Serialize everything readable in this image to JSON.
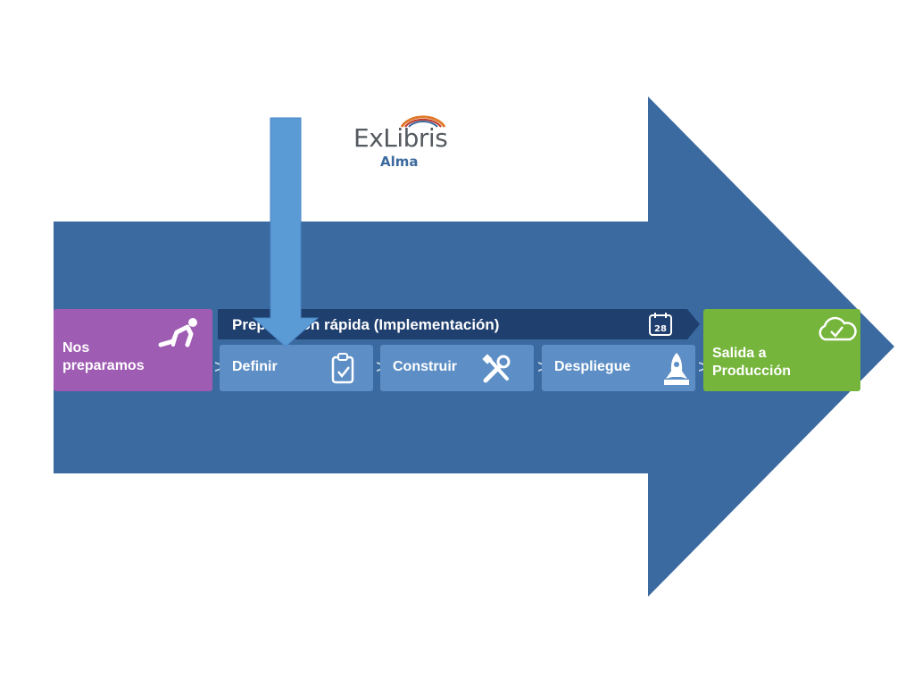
{
  "logo": {
    "brand": "ExLibris",
    "product": "Alma"
  },
  "start": {
    "label_line1": "Nos",
    "label_line2": "preparamos",
    "icon": "runner-start-icon"
  },
  "phase": {
    "title": "Preparación rápida (Implementación)",
    "calendar_day": "28",
    "icon": "calendar-icon"
  },
  "steps": [
    {
      "label": "Definir",
      "icon": "clipboard-check-icon"
    },
    {
      "label": "Construir",
      "icon": "tools-icon"
    },
    {
      "label": "Despliegue",
      "icon": "rocket-icon"
    }
  ],
  "separator": ">",
  "end": {
    "label_line1": "Salida a",
    "label_line2": "Producción",
    "icon": "cloud-check-icon"
  },
  "colors": {
    "big_arrow": "#3b6aa0",
    "start_box": "#9f5cb3",
    "phase_bar": "#1f3f6e",
    "step_box": "#5d8fc6",
    "end_box": "#75b53c",
    "pointer_arrow": "#5b9bd5"
  }
}
